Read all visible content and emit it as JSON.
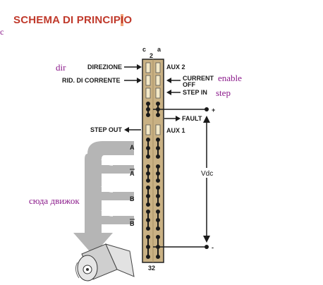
{
  "title": {
    "before": "SCHEMA DI PRINCIP",
    "highlight": "I",
    "after": "O"
  },
  "cursor_mark": "c",
  "connector": {
    "top_pin_col_c": "c",
    "top_pin_col_a": "a",
    "top_pin_number": "2",
    "bottom_pin_number": "32",
    "fill_color": "#c9b184"
  },
  "left_labels": {
    "direzione": "DIREZIONE",
    "rid_corrente": "RID. DI CORRENTE",
    "step_out": "STEP OUT",
    "phase_a": "A",
    "phase_a_bar": "A",
    "phase_b": "B",
    "phase_b_bar": "B"
  },
  "right_labels": {
    "aux2": "AUX 2",
    "current_off_line1": "CURRENT",
    "current_off_line2": "OFF",
    "step_in": "STEP IN",
    "fault": "FAULT",
    "aux1": "AUX 1",
    "plus": "+",
    "minus": "-",
    "vdc": "Vdc"
  },
  "handwritten_notes": {
    "dir": "dir",
    "enable": "enable",
    "step": "step",
    "motor_here": "сюда движок"
  },
  "colors": {
    "title": "#c0392b",
    "title_highlight": "#f0a37a",
    "notes": "#8b1a8b",
    "arrow_gray": "#b5b5b5",
    "motor_gray": "#d8d8d8"
  }
}
